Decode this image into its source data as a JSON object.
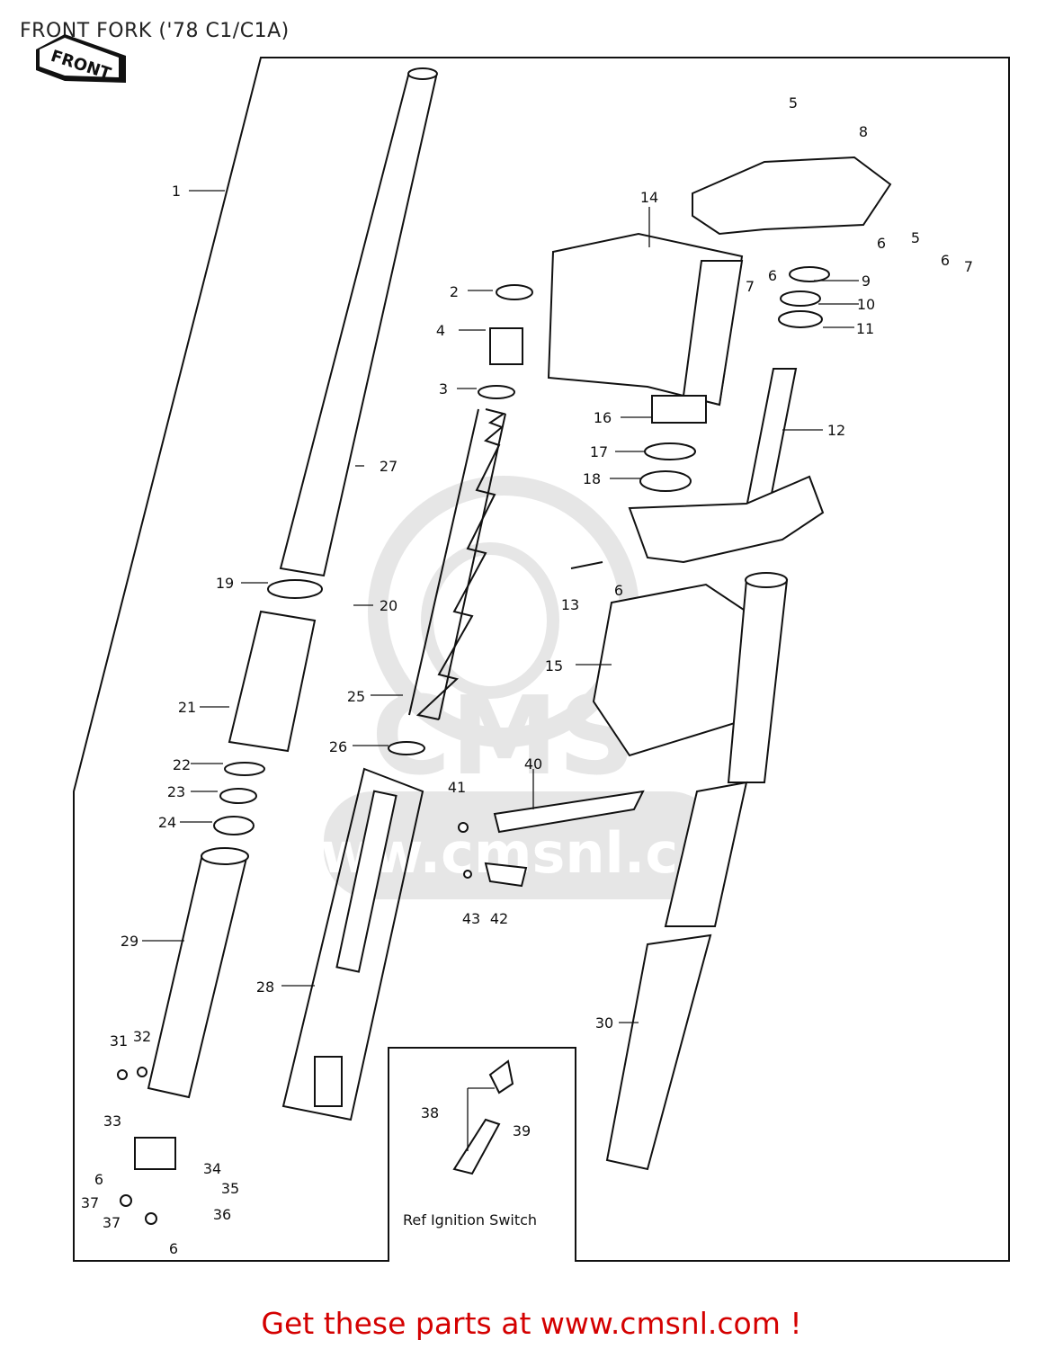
{
  "title": "FRONT FORK ('78 C1/C1A)",
  "front_arrow_label": "FRONT",
  "watermark_text": "www.cmsnl.com",
  "watermark_logo_text": "CMS",
  "footer_text": "Get these parts at www.cmsnl.com !",
  "inset_caption": "Ref  Ignition Switch",
  "callouts": [
    {
      "n": "1"
    },
    {
      "n": "2"
    },
    {
      "n": "3"
    },
    {
      "n": "4"
    },
    {
      "n": "5"
    },
    {
      "n": "5"
    },
    {
      "n": "6"
    },
    {
      "n": "6"
    },
    {
      "n": "6"
    },
    {
      "n": "6"
    },
    {
      "n": "6"
    },
    {
      "n": "6"
    },
    {
      "n": "7"
    },
    {
      "n": "7"
    },
    {
      "n": "8"
    },
    {
      "n": "9"
    },
    {
      "n": "10"
    },
    {
      "n": "11"
    },
    {
      "n": "12"
    },
    {
      "n": "13"
    },
    {
      "n": "14"
    },
    {
      "n": "15"
    },
    {
      "n": "16"
    },
    {
      "n": "17"
    },
    {
      "n": "18"
    },
    {
      "n": "19"
    },
    {
      "n": "20"
    },
    {
      "n": "21"
    },
    {
      "n": "22"
    },
    {
      "n": "23"
    },
    {
      "n": "24"
    },
    {
      "n": "25"
    },
    {
      "n": "26"
    },
    {
      "n": "27"
    },
    {
      "n": "28"
    },
    {
      "n": "29"
    },
    {
      "n": "30"
    },
    {
      "n": "31"
    },
    {
      "n": "32"
    },
    {
      "n": "33"
    },
    {
      "n": "34"
    },
    {
      "n": "35"
    },
    {
      "n": "36"
    },
    {
      "n": "37"
    },
    {
      "n": "37"
    },
    {
      "n": "38"
    },
    {
      "n": "39"
    },
    {
      "n": "40"
    },
    {
      "n": "41"
    },
    {
      "n": "42"
    },
    {
      "n": "43"
    }
  ],
  "colors": {
    "ink": "#111111",
    "footer": "#d40000",
    "watermark": "#c8c8c8"
  }
}
